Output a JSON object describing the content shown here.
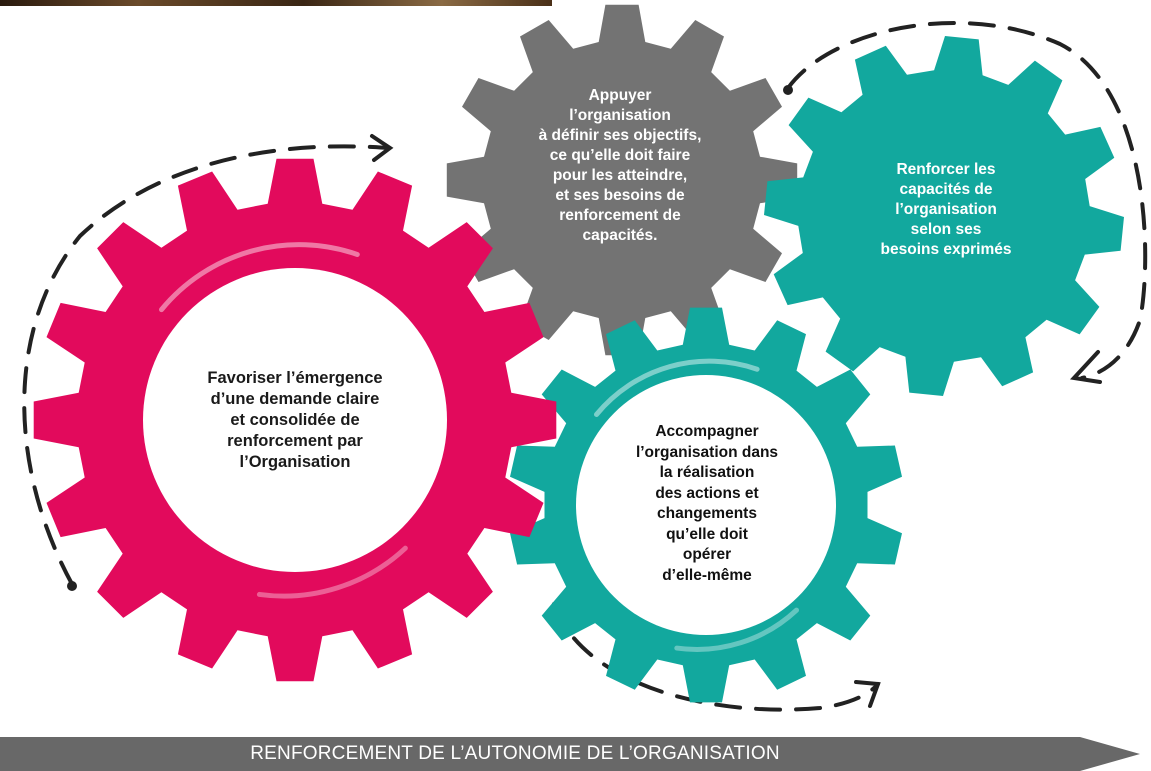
{
  "colors": {
    "pink": "#E20A5C",
    "gray": "#737373",
    "teal": "#12A89E",
    "arrow_dash": "#222222",
    "banner": "#686868"
  },
  "gears": {
    "pink": {
      "text": "Favoriser l’émergence\nd’une demande claire\net consolidée de\nrenforcement par\nl’Organisation"
    },
    "gray": {
      "text": "Appuyer\nl’organisation\nà définir ses objectifs,\nce qu’elle doit faire\npour les atteindre,\net ses besoins de\nrenforcement de\ncapacités."
    },
    "teal_top": {
      "text": "Renforcer les\ncapacités de\nl’organisation\nselon ses\nbesoins exprimés"
    },
    "teal_bottom": {
      "text": "Accompagner\nl’organisation dans\nla réalisation\ndes actions et\nchangements\nqu’elle doit\nopérer\nd’elle-même"
    }
  },
  "banner": {
    "label": "RENFORCEMENT DE L’AUTONOMIE DE L’ORGANISATION"
  }
}
